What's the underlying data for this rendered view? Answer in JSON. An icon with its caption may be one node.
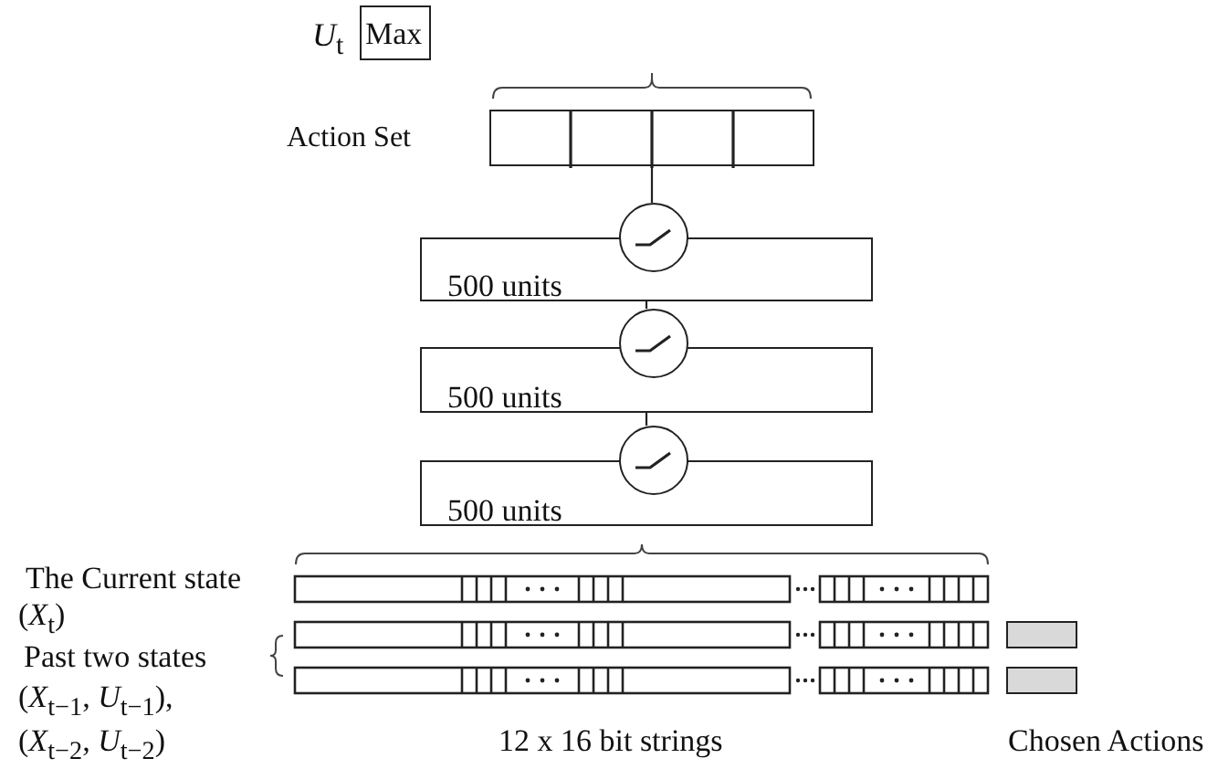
{
  "diagram": {
    "nodes": [
      {
        "text": [
          "Max"
        ],
        "beside": [
          "*U*$_{t}$"
        ]
      },
      {
        "text": [],
        "shape": "box",
        "beside": [
          "Action Set"
        ]
      },
      {
        "text": [],
        "shape": "circle"
      },
      {
        "text": [
          "500 units"
        ]
      },
      {
        "text": [],
        "shape": "circle"
      },
      {
        "text": [
          "500 units"
        ]
      },
      {
        "text": [],
        "shape": "circle"
      },
      {
        "text": [
          "500 units"
        ]
      },
      {
        "text": [],
        "shape": "bar"
      },
      {
        "text": [],
        "shape": "bar"
      },
      {
        "text": [],
        "shape": "bar"
      },
      {
        "text": [],
        "shape": "box"
      },
      {
        "text": [],
        "shape": "box"
      }
    ],
    "edges": [
      {
        "from": 1,
        "to": 2,
        "arrow": "none"
      },
      {
        "from": 3,
        "to": 4,
        "arrow": "none"
      },
      {
        "from": 5,
        "to": 6,
        "arrow": "none"
      }
    ],
    "labels": [
      "The Current state",
      "(*X*$_{t}$)",
      "Past two states",
      "(*X*$_{t−1}$, *U*$_{t−1}$),",
      "(*X*$_{t−2}$, *U*$_{t−2}$)",
      "12 x 16 bit strings",
      "Chosen Actions"
    ]
  }
}
